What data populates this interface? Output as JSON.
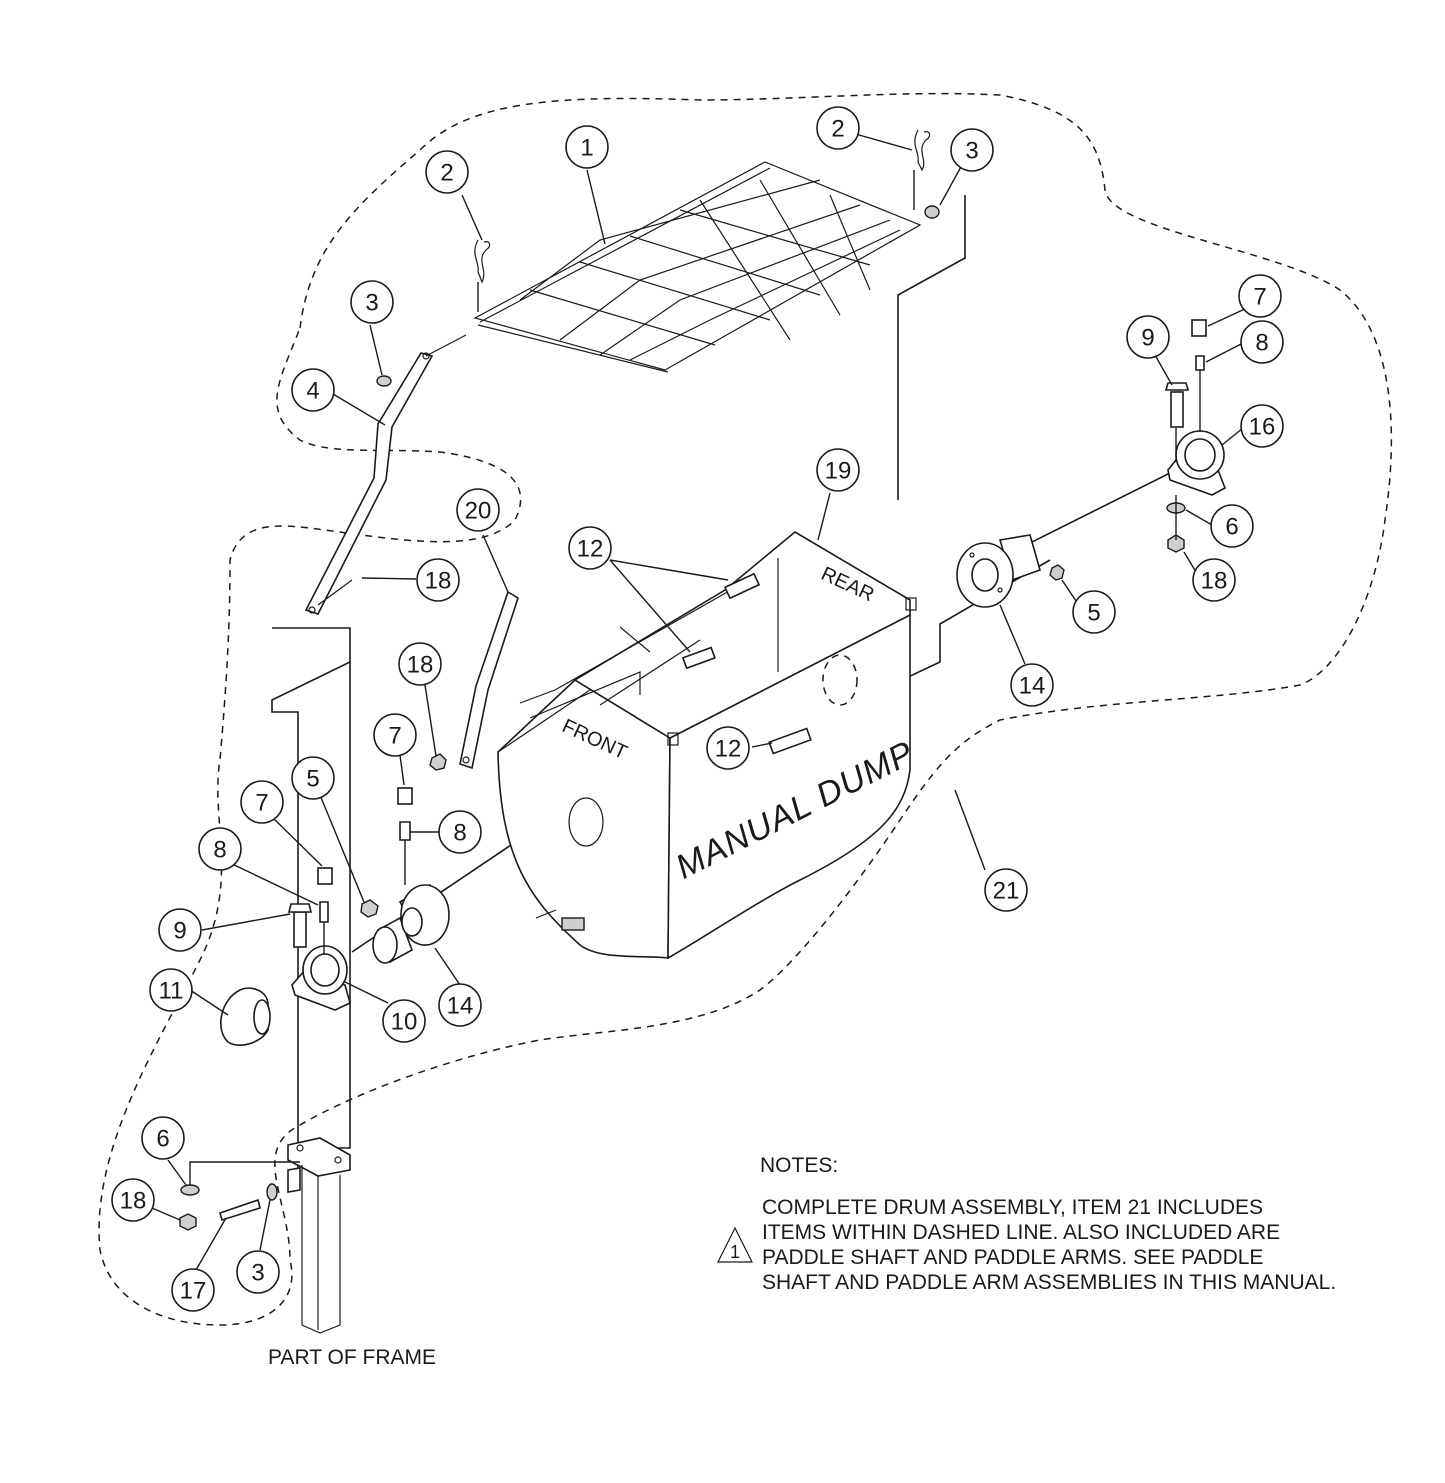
{
  "callouts": [
    {
      "num": "1"
    },
    {
      "num": "2"
    },
    {
      "num": "2"
    },
    {
      "num": "3"
    },
    {
      "num": "3"
    },
    {
      "num": "4"
    },
    {
      "num": "7"
    },
    {
      "num": "9"
    },
    {
      "num": "8"
    },
    {
      "num": "16"
    },
    {
      "num": "6"
    },
    {
      "num": "18"
    },
    {
      "num": "19"
    },
    {
      "num": "20"
    },
    {
      "num": "12"
    },
    {
      "num": "18"
    },
    {
      "num": "5"
    },
    {
      "num": "14"
    },
    {
      "num": "18"
    },
    {
      "num": "12"
    },
    {
      "num": "7"
    },
    {
      "num": "5"
    },
    {
      "num": "7"
    },
    {
      "num": "8"
    },
    {
      "num": "8"
    },
    {
      "num": "9"
    },
    {
      "num": "11"
    },
    {
      "num": "10"
    },
    {
      "num": "14"
    },
    {
      "num": "21"
    },
    {
      "num": "6"
    },
    {
      "num": "18"
    },
    {
      "num": "3"
    },
    {
      "num": "17"
    }
  ],
  "labels": {
    "drum": "MANUAL DUMP",
    "rear": "REAR",
    "front": "FRONT",
    "frame": "PART OF FRAME"
  },
  "notes": {
    "heading": "NOTES:",
    "marker": "1",
    "lines": [
      "COMPLETE DRUM ASSEMBLY, ITEM 21 INCLUDES",
      "ITEMS WITHIN DASHED LINE. ALSO INCLUDED ARE",
      "PADDLE SHAFT AND PADDLE ARMS. SEE PADDLE",
      "SHAFT AND PADDLE  ARM ASSEMBLIES IN THIS MANUAL."
    ]
  }
}
